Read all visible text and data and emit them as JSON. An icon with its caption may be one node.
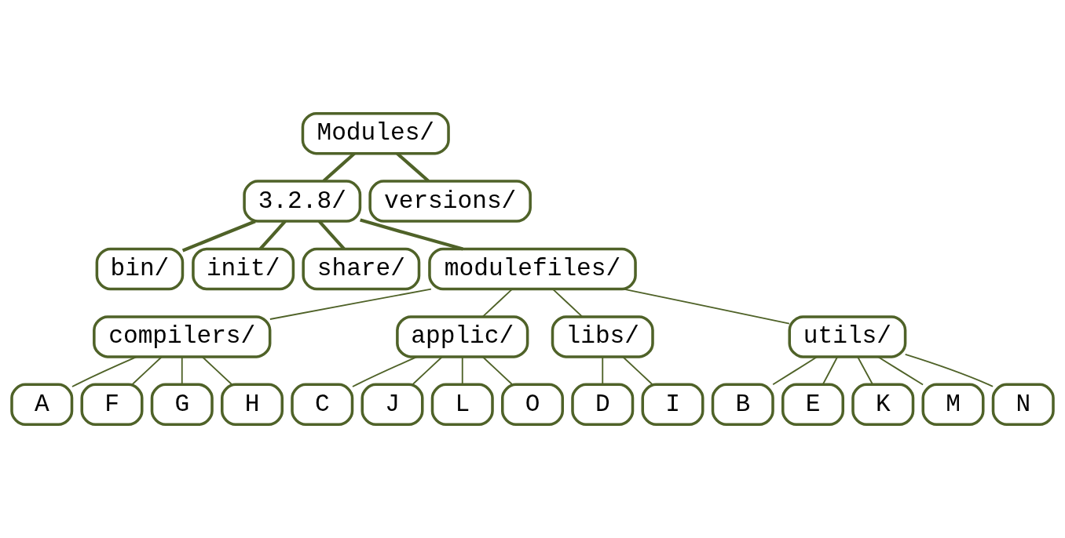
{
  "diagram": {
    "nodes": [
      {
        "text": [
          "Modules/"
        ]
      },
      {
        "text": [
          "3.2.8/"
        ]
      },
      {
        "text": [
          "versions/"
        ]
      },
      {
        "text": [
          "bin/"
        ]
      },
      {
        "text": [
          "init/"
        ]
      },
      {
        "text": [
          "share/"
        ]
      },
      {
        "text": [
          "modulefiles/"
        ]
      },
      {
        "text": [
          "compilers/"
        ]
      },
      {
        "text": [
          "applic/"
        ]
      },
      {
        "text": [
          "libs/"
        ]
      },
      {
        "text": [
          "utils/"
        ]
      },
      {
        "text": [
          "A"
        ]
      },
      {
        "text": [
          "F"
        ]
      },
      {
        "text": [
          "G"
        ]
      },
      {
        "text": [
          "H"
        ]
      },
      {
        "text": [
          "C"
        ]
      },
      {
        "text": [
          "J"
        ]
      },
      {
        "text": [
          "L"
        ]
      },
      {
        "text": [
          "O"
        ]
      },
      {
        "text": [
          "D"
        ]
      },
      {
        "text": [
          "I"
        ]
      },
      {
        "text": [
          "B"
        ]
      },
      {
        "text": [
          "E"
        ]
      },
      {
        "text": [
          "K"
        ]
      },
      {
        "text": [
          "M"
        ]
      },
      {
        "text": [
          "N"
        ]
      }
    ],
    "edges": [
      {
        "from": 0,
        "to": 1,
        "arrow": "none",
        "style": "thick"
      },
      {
        "from": 0,
        "to": 2,
        "arrow": "none",
        "style": "thick"
      },
      {
        "from": 1,
        "to": 3,
        "arrow": "none",
        "style": "thick"
      },
      {
        "from": 1,
        "to": 4,
        "arrow": "none",
        "style": "thick"
      },
      {
        "from": 1,
        "to": 5,
        "arrow": "none",
        "style": "thick"
      },
      {
        "from": 1,
        "to": 6,
        "arrow": "none",
        "style": "thick"
      },
      {
        "from": 6,
        "to": 7,
        "arrow": "none"
      },
      {
        "from": 6,
        "to": 8,
        "arrow": "none"
      },
      {
        "from": 6,
        "to": 9,
        "arrow": "none"
      },
      {
        "from": 6,
        "to": 10,
        "arrow": "none"
      },
      {
        "from": 7,
        "to": 11,
        "arrow": "none"
      },
      {
        "from": 7,
        "to": 12,
        "arrow": "none"
      },
      {
        "from": 7,
        "to": 13,
        "arrow": "none"
      },
      {
        "from": 7,
        "to": 14,
        "arrow": "none"
      },
      {
        "from": 8,
        "to": 15,
        "arrow": "none"
      },
      {
        "from": 8,
        "to": 16,
        "arrow": "none"
      },
      {
        "from": 8,
        "to": 17,
        "arrow": "none"
      },
      {
        "from": 8,
        "to": 18,
        "arrow": "none"
      },
      {
        "from": 9,
        "to": 19,
        "arrow": "none"
      },
      {
        "from": 9,
        "to": 20,
        "arrow": "none"
      },
      {
        "from": 10,
        "to": 21,
        "arrow": "none"
      },
      {
        "from": 10,
        "to": 22,
        "arrow": "none"
      },
      {
        "from": 10,
        "to": 23,
        "arrow": "none"
      },
      {
        "from": 10,
        "to": 24,
        "arrow": "none"
      },
      {
        "from": 10,
        "to": 25,
        "arrow": "none"
      }
    ]
  }
}
